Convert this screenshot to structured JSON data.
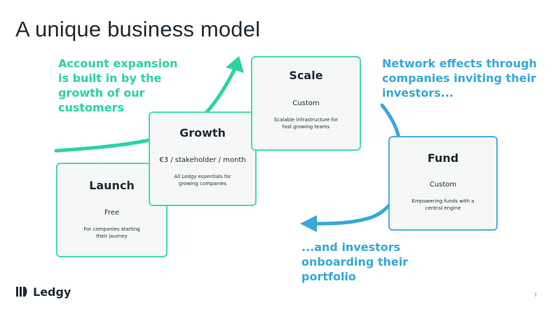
{
  "slide": {
    "title": "A unique business model",
    "page_number": "7"
  },
  "callouts": {
    "account_expansion": "Account expansion\nis built in by the\ngrowth of our\ncustomers",
    "network_effects": "Network effects through\ncompanies inviting their\ninvestors...",
    "investors_onboarding": "...and investors\nonboarding their\nportfolio"
  },
  "cards": {
    "launch": {
      "name": "Launch",
      "price": "Free",
      "description": "For companies starting\ntheir journey"
    },
    "growth": {
      "name": "Growth",
      "price": "€3 / stakeholder / month",
      "description": "All Ledgy essentials for\ngrowing companies"
    },
    "scale": {
      "name": "Scale",
      "price": "Custom",
      "description": "Scalable infrastructure for\nfast growing teams"
    },
    "fund": {
      "name": "Fund",
      "price": "Custom",
      "description": "Empowering funds with a\ncentral engine"
    }
  },
  "brand": {
    "name": "Ledgy",
    "icon": "ledgy-logo-icon"
  },
  "colors": {
    "green_accent": "#2ad3a6",
    "blue_accent": "#36a9d8",
    "card_background": "#f6f7f7",
    "text_dark": "#1f2a33"
  }
}
